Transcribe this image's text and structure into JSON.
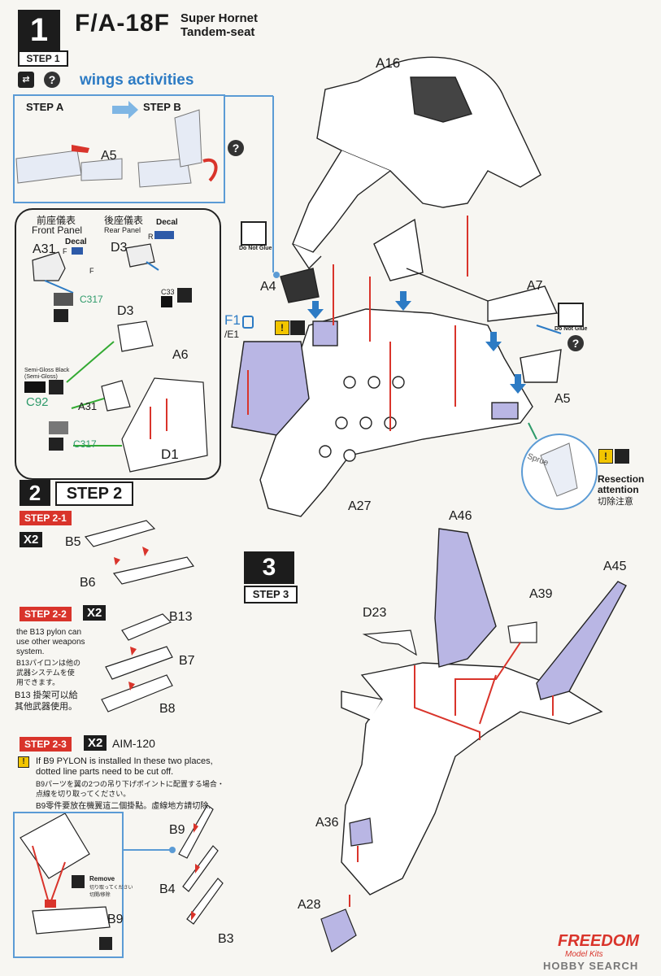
{
  "header": {
    "step_number": "1",
    "model": "F/A-18F",
    "subtitle_1": "Super Hornet",
    "subtitle_2": "Tandem-seat",
    "step_label": "STEP 1"
  },
  "wings": {
    "title": "wings activities",
    "step_a": "STEP A",
    "step_b": "STEP B",
    "part": "A5"
  },
  "cockpit": {
    "front_panel_jp": "前座儀表",
    "front_panel_en": "Front Panel",
    "rear_panel_jp": "後座儀表",
    "rear_panel_en": "Rear Panel",
    "decal_1": "Decal",
    "decal_2": "Decal",
    "f_1": "F",
    "f_2": "F",
    "r": "R",
    "a31_top": "A31",
    "d3_top": "D3",
    "c317_1": "C317",
    "c33": "C33",
    "d3_mid": "D3",
    "a6": "A6",
    "semi_gloss_1": "Semi-Gloss Black",
    "semi_gloss_2": "(Semi-Gloss)",
    "c92": "C92",
    "a31_mid": "A31",
    "c317_2": "C317",
    "d1": "D1"
  },
  "fuselage": {
    "a16": "A16",
    "do_not_glue_1": "Do Not Glue",
    "a4": "A4",
    "f1": "F1",
    "e1": "/E1",
    "a7": "A7",
    "do_not_glue_2": "Do Not Glue",
    "a5": "A5",
    "a27": "A27",
    "sprue": "Sprue",
    "resection_1": "Resection",
    "resection_2": "attention",
    "resection_jp": "切除注意"
  },
  "step2": {
    "number": "2",
    "label": "STEP 2",
    "s21": "STEP 2-1",
    "x2_a": "X2",
    "b5": "B5",
    "b6": "B6",
    "s22": "STEP 2-2",
    "x2_b": "X2",
    "b13": "B13",
    "b7": "B7",
    "b8": "B8",
    "pylon_en_1": "the B13 pylon can",
    "pylon_en_2": "use other weapons",
    "pylon_en_3": "system.",
    "pylon_jp_1": "B13パイロンは他の",
    "pylon_jp_2": "武器システムを使",
    "pylon_jp_3": "用できます。",
    "pylon_cn_1": "B13 掛架可以給",
    "pylon_cn_2": "其他武器使用。",
    "s23": "STEP 2-3",
    "x2_c": "X2",
    "aim": "AIM-120",
    "note_en_1": "If B9 PYLON is installed In these two places,",
    "note_en_2": "dotted line parts need to be cut off.",
    "note_jp_1": "B9パーツを翼の2つの吊り下げポイントに配置する場合・",
    "note_jp_2": "点線を切り取ってください。",
    "note_cn": "B9零件要放在機翼這二個掛點。虛線地方請切除.",
    "remove_1": "Remove",
    "remove_2": "切り取ってください",
    "remove_3": "切開/移除",
    "b9_box": "B9",
    "b9": "B9",
    "b4": "B4",
    "b3": "B3"
  },
  "step3": {
    "number": "3",
    "label": "STEP 3",
    "a46": "A46",
    "a45": "A45",
    "a39": "A39",
    "d23": "D23",
    "a36": "A36",
    "a28": "A28"
  },
  "footer": {
    "brand": "FREEDOM",
    "brand_sub": "Model Kits",
    "watermark": "HOBBY SEARCH"
  },
  "colors": {
    "accent_blue": "#5b9bd5",
    "title_blue": "#2d7bc4",
    "warning_red": "#d9342b",
    "paint_green": "#2e9a6a",
    "highlight_purple": "#b9b6e4"
  }
}
